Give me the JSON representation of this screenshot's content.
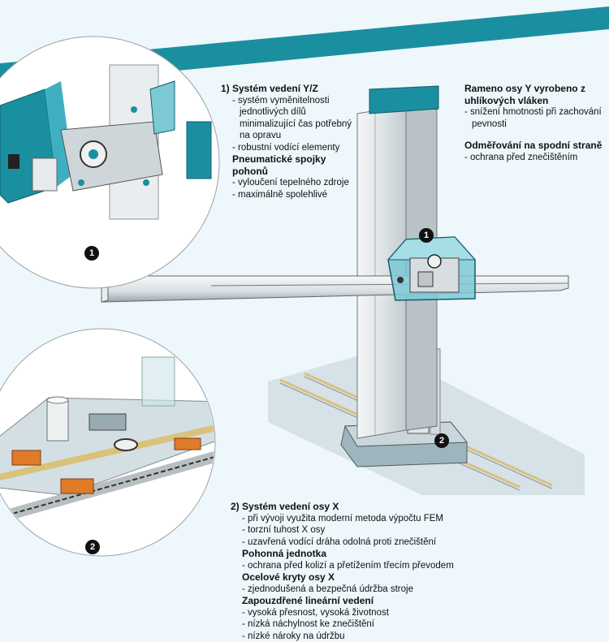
{
  "callout_1": "1",
  "callout_2": "2",
  "section_yz": {
    "title": "1) Systém vedení Y/Z",
    "items": [
      "systém vyměnitelnosti jednotlivých dílů minimalizující čas potřebný na opravu",
      "robustní vodící elementy"
    ]
  },
  "section_pneumatic": {
    "title": "Pneumatické spojky pohonů",
    "items": [
      "vyloučení tepelného zdroje",
      "maximálně spolehlivé"
    ]
  },
  "section_arm": {
    "title": "Rameno osy Y vyrobeno z uhlíkových vláken",
    "items": [
      "snížení hmotnosti při zachování pevnosti"
    ]
  },
  "section_measure": {
    "title": "Odměřování na spodní straně",
    "items": [
      "ochrana před znečištěním"
    ]
  },
  "section_x": {
    "title": "2) Systém vedení osy X",
    "items": [
      "při vývoji využita moderní metoda výpočtu FEM",
      "torzní tuhost X osy",
      "uzavřená vodící dráha odolná proti znečištění"
    ]
  },
  "section_drive": {
    "title": "Pohonná jednotka",
    "items": [
      "ochrana před kolizí a přetížením třecím převodem"
    ]
  },
  "section_covers": {
    "title": "Ocelové kryty osy X",
    "items": [
      "zjednodušená a bezpečná údržba stroje"
    ]
  },
  "section_linear": {
    "title": "Zapouzdřené lineární vedení",
    "items": [
      "vysoká přesnost, vysoká životnost",
      "nízká náchylnost ke znečištění",
      "nízké nároky na údržbu"
    ]
  },
  "colors": {
    "teal": "#1a8fa0",
    "teal_light": "#7cc9d6",
    "background": "#eef7fb",
    "rail": "#d9c27a"
  }
}
